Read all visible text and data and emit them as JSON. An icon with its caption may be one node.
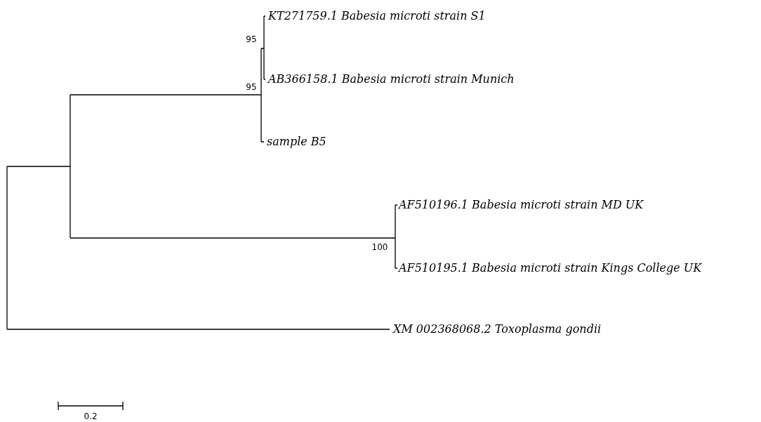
{
  "diagram": {
    "nodes": [
      {
        "text": [
          "KT271759.1 Babesia microti strain S1"
        ]
      },
      {
        "text": [
          "AB366158.1 Babesia microti strain Munich"
        ]
      },
      {
        "text": [
          "sample B5"
        ]
      },
      {
        "text": [
          "AF510196.1 Babesia microti strain MD UK"
        ]
      },
      {
        "text": [
          "AF510195.1 Babesia microti strain Kings College UK"
        ]
      },
      {
        "text": [
          "XM 002368068.2 Toxoplasma gondii"
        ]
      }
    ],
    "labels": [
      "95",
      "95",
      "100",
      "0.2"
    ]
  }
}
